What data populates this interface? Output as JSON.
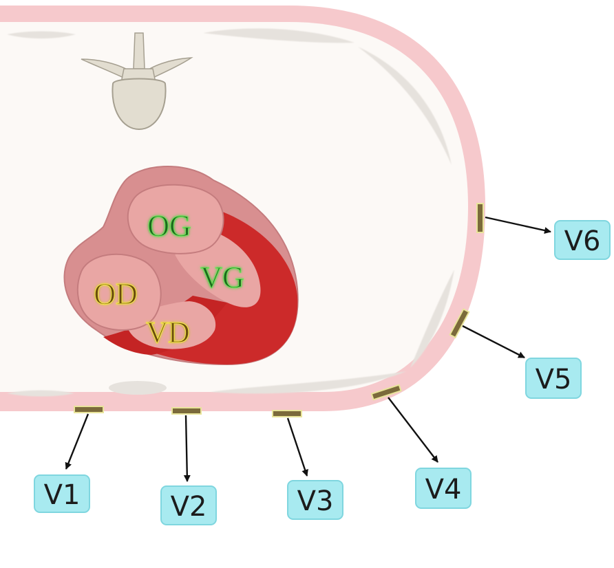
{
  "chambers": {
    "left_atrium": "OG",
    "left_ventricle": "VG",
    "right_atrium": "OD",
    "right_ventricle": "VD"
  },
  "leads": [
    "V1",
    "V2",
    "V3",
    "V4",
    "V5",
    "V6"
  ],
  "colors": {
    "skin": "#f6c9cc",
    "cavity": "#fcf9f6",
    "rib": "#e6e2dd",
    "vertebra": "#e2ddd0",
    "heart_muscle": "#cc2a2a",
    "atrium": "#e9a6a4",
    "heart_outline": "#c47c7e",
    "label_green": "#1f6b1f",
    "label_yellow": "#6b4d0f",
    "lead_box": "#a8eaf0",
    "electrode": "#7b6a3b"
  }
}
